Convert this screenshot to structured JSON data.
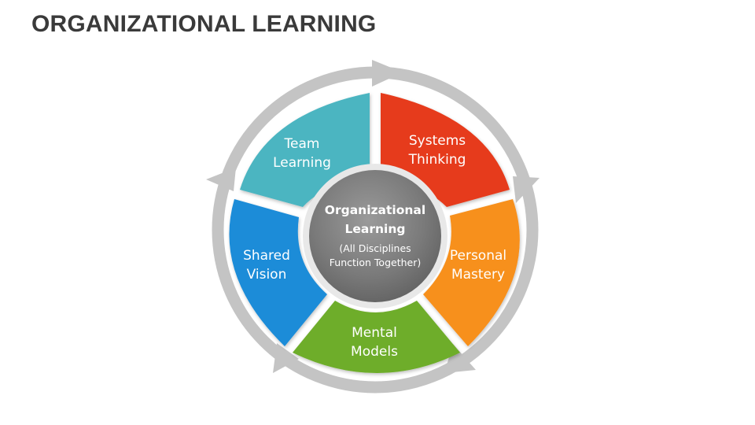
{
  "title": "ORGANIZATIONAL LEARNING",
  "center": {
    "line1": "Organizational",
    "line2": "Learning",
    "line3": "(All Disciplines",
    "line4": "Function Together)",
    "color": "#7b7b7b"
  },
  "segments": [
    {
      "id": "team-learning",
      "line1": "Team",
      "line2": "Learning",
      "color": "#4bb5c1"
    },
    {
      "id": "systems-thinking",
      "line1": "Systems",
      "line2": "Thinking",
      "color": "#e63b1a"
    },
    {
      "id": "personal-mastery",
      "line1": "Personal",
      "line2": "Mastery",
      "color": "#f7901e"
    },
    {
      "id": "mental-models",
      "line1": "Mental",
      "line2": "Models",
      "color": "#6ead2a"
    },
    {
      "id": "shared-vision",
      "line1": "Shared",
      "line2": "Vision",
      "color": "#1b8cd8"
    }
  ],
  "ring_color": "#c4c4c4"
}
